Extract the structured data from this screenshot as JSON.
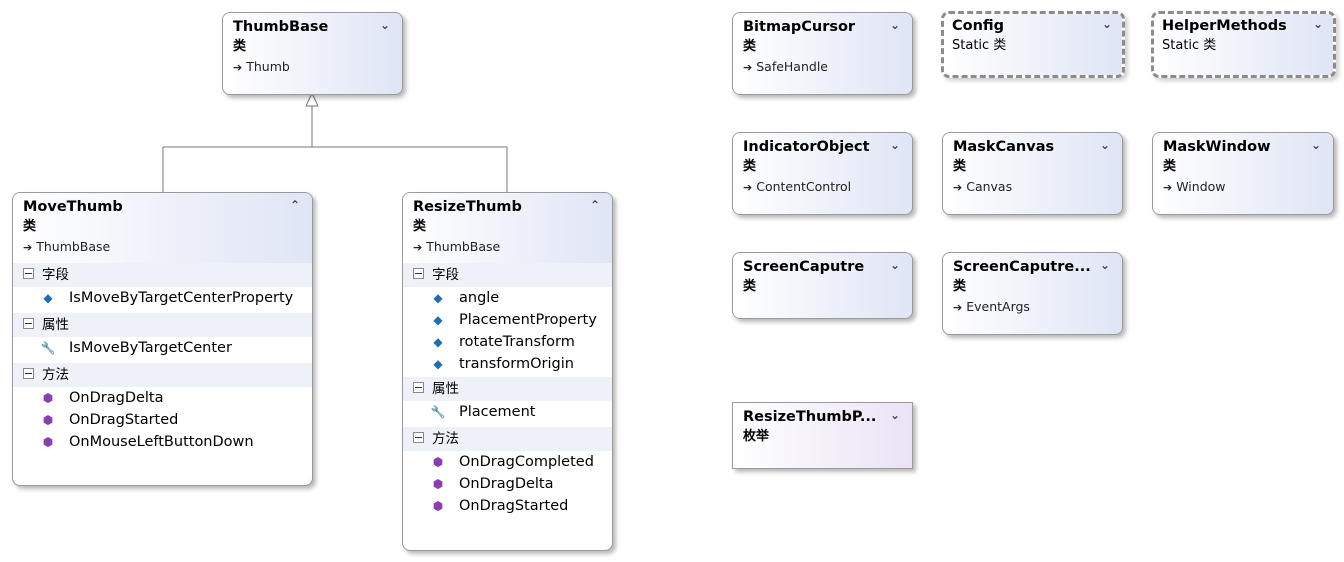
{
  "boxes": {
    "thumbbase": {
      "name": "ThumbBase",
      "kind": "类",
      "base": "Thumb",
      "toggle": "⌄⌄"
    },
    "movethumb": {
      "name": "MoveThumb",
      "kind": "类",
      "base": "ThumbBase",
      "toggle": "⌃⌃",
      "sections": [
        {
          "title": "字段",
          "members": [
            "IsMoveByTargetCenterProperty"
          ]
        },
        {
          "title": "属性",
          "members": [
            "IsMoveByTargetCenter"
          ]
        },
        {
          "title": "方法",
          "members": [
            "OnDragDelta",
            "OnDragStarted",
            "OnMouseLeftButtonDown"
          ]
        }
      ]
    },
    "resizethumb": {
      "name": "ResizeThumb",
      "kind": "类",
      "base": "ThumbBase",
      "toggle": "⌃⌃",
      "sections": [
        {
          "title": "字段",
          "members": [
            "angle",
            "PlacementProperty",
            "rotateTransform",
            "transformOrigin"
          ]
        },
        {
          "title": "属性",
          "members": [
            "Placement"
          ]
        },
        {
          "title": "方法",
          "members": [
            "OnDragCompleted",
            "OnDragDelta",
            "OnDragStarted"
          ]
        }
      ]
    },
    "bitmapcursor": {
      "name": "BitmapCursor",
      "kind": "类",
      "base": "SafeHandle"
    },
    "config": {
      "name": "Config",
      "kind": "Static 类"
    },
    "helpermethods": {
      "name": "HelperMethods",
      "kind": "Static 类"
    },
    "indicatorobject": {
      "name": "IndicatorObject",
      "kind": "类",
      "base": "ContentControl"
    },
    "maskcanvas": {
      "name": "MaskCanvas",
      "kind": "类",
      "base": "Canvas"
    },
    "maskwindow": {
      "name": "MaskWindow",
      "kind": "类",
      "base": "Window"
    },
    "screencaputre": {
      "name": "ScreenCaputre",
      "kind": "类"
    },
    "screencaputreargs": {
      "name": "ScreenCaputre...",
      "kind": "类",
      "base": "EventArgs"
    },
    "resizethumbp": {
      "name": "ResizeThumbP...",
      "kind": "枚举"
    }
  },
  "colors": {
    "header_blue": "#dfe5f5",
    "header_purple": "#e9e3f5",
    "section_bg": "#eef1f8",
    "border": "#9a9a9a"
  }
}
